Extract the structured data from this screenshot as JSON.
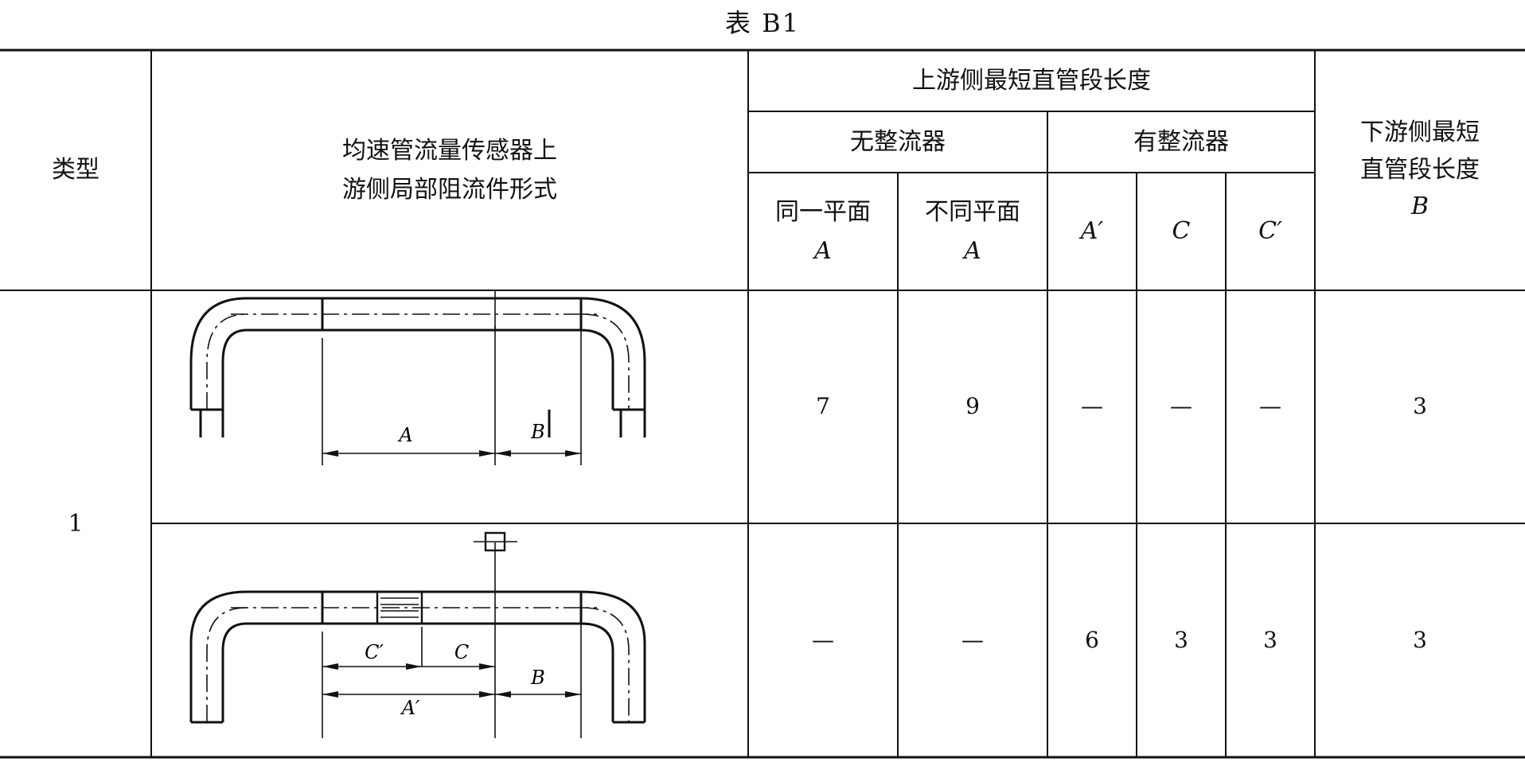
{
  "caption": "表 B1",
  "header": {
    "type": "类型",
    "form_line1": "均速管流量传感器上",
    "form_line2": "游侧局部阻流件形式",
    "upstream": "上游侧最短直管段长度",
    "no_straightener": "无整流器",
    "with_straightener": "有整流器",
    "same_plane": "同一平面",
    "same_plane_sym": "A",
    "diff_plane": "不同平面",
    "diff_plane_sym": "A",
    "a_prime": "A′",
    "c": "C",
    "c_prime": "C′",
    "downstream_line1": "下游侧最短",
    "downstream_line2": "直管段长度",
    "downstream_sym": "B"
  },
  "rows": [
    {
      "type": "1",
      "diagram_labels": [
        "A",
        "B"
      ],
      "values": [
        "7",
        "9",
        "—",
        "—",
        "—",
        "3"
      ]
    },
    {
      "type": "",
      "diagram_labels": [
        "C′",
        "C",
        "A′",
        "B"
      ],
      "values": [
        "—",
        "—",
        "6",
        "3",
        "3",
        "3"
      ]
    }
  ]
}
